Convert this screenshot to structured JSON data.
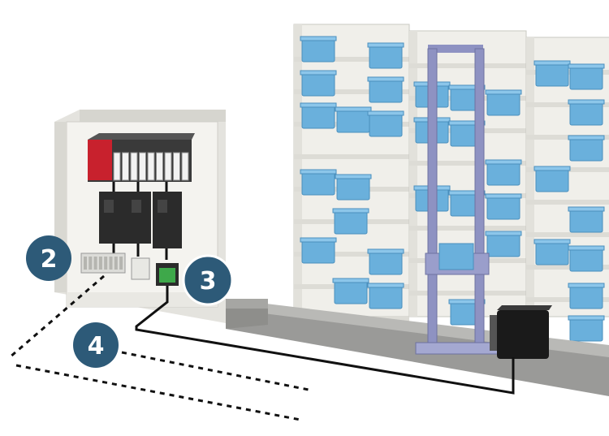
{
  "callouts": [
    {
      "label": "2"
    },
    {
      "label": "3"
    },
    {
      "label": "4"
    }
  ],
  "colors": {
    "badge_fill": "#2d5a78",
    "bin": "#6ab0dc",
    "bin_dark": "#4a8fbd",
    "shelf": "#f0efea",
    "shelf_edge": "#c9c8c2",
    "gantry": "#8e92c2",
    "cabinet": "#ecebe6",
    "plc_red": "#c8212d",
    "drive": "#2b2b2b",
    "motor": "#1a1a1a",
    "rail": "#8a8a8a"
  }
}
